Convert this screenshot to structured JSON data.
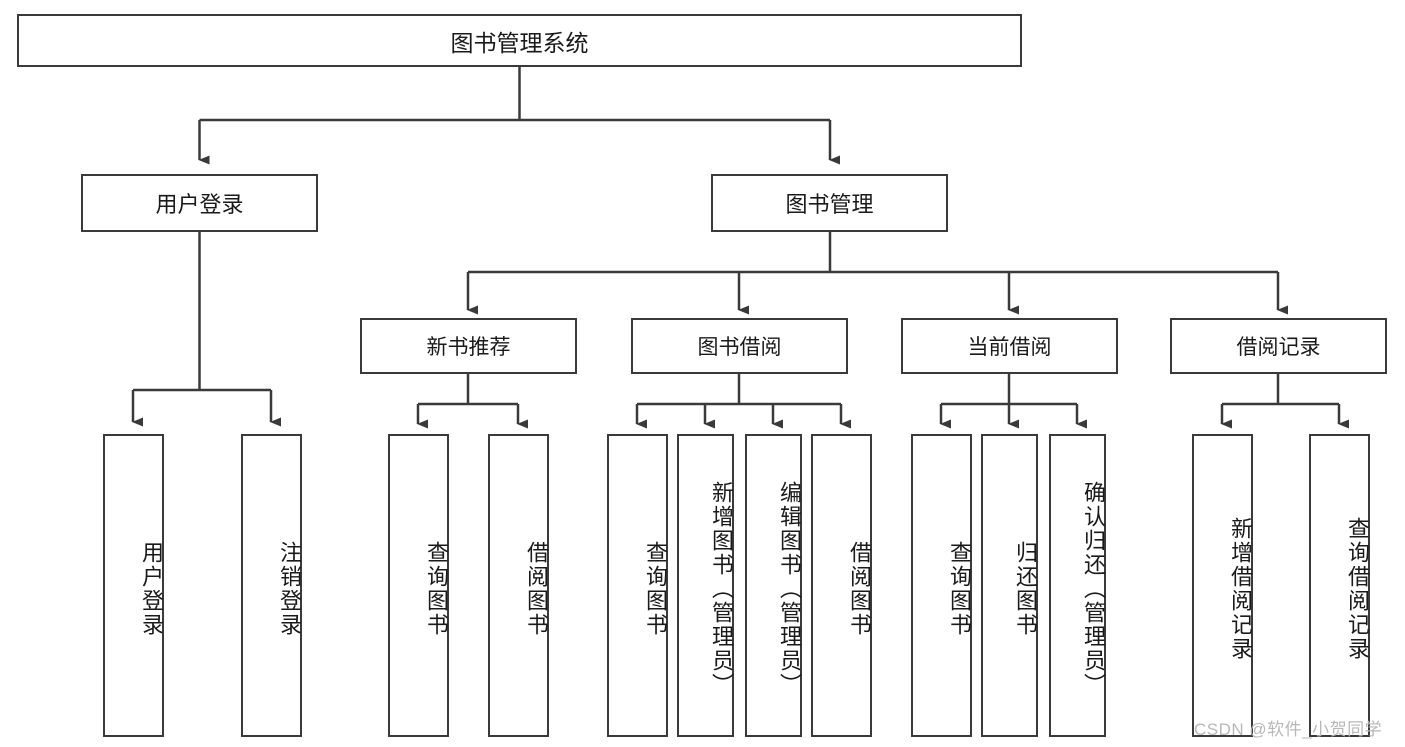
{
  "diagram": {
    "title": "图书管理系统",
    "type": "tree-hierarchy-chart",
    "colors": {
      "box_border": "#3a3a3a",
      "box_fill": "#ffffff",
      "line": "#3a3a3a",
      "text": "#1a1a1a",
      "watermark": "#b8b8b8",
      "background": "#ffffff"
    },
    "root": {
      "label": "图书管理系统"
    },
    "level1": [
      {
        "label": "用户登录"
      },
      {
        "label": "图书管理"
      }
    ],
    "level2": [
      {
        "label": "新书推荐"
      },
      {
        "label": "图书借阅"
      },
      {
        "label": "当前借阅"
      },
      {
        "label": "借阅记录"
      }
    ],
    "leaves": {
      "user_login": [
        {
          "label": "用户登录"
        },
        {
          "label": "注销登录"
        }
      ],
      "new_book_recommend": [
        {
          "label": "查询图书"
        },
        {
          "label": "借阅图书"
        }
      ],
      "book_borrow": [
        {
          "label": "查询图书"
        },
        {
          "label": "新增图书（管理员）"
        },
        {
          "label": "编辑图书（管理员）"
        },
        {
          "label": "借阅图书"
        }
      ],
      "current_borrow": [
        {
          "label": "查询图书"
        },
        {
          "label": "归还图书"
        },
        {
          "label": "确认归还（管理员）"
        }
      ],
      "borrow_record": [
        {
          "label": "新增借阅记录"
        },
        {
          "label": "查询借阅记录"
        }
      ]
    }
  },
  "watermark": {
    "text": "CSDN @软件_小贺同学"
  }
}
